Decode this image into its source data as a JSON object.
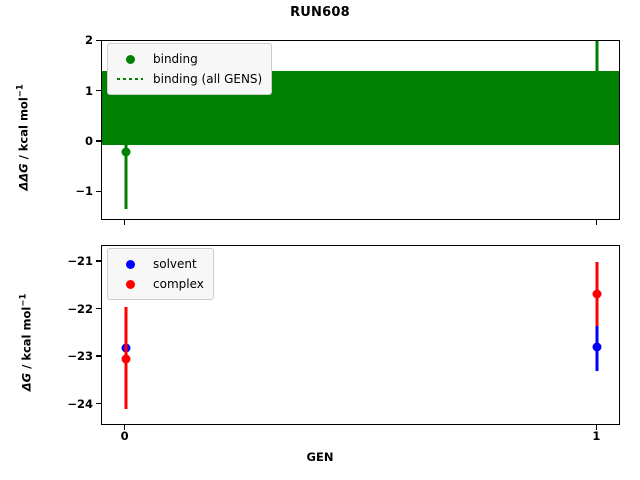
{
  "figure": {
    "title": "RUN608",
    "xlabel": "GEN",
    "colors": {
      "binding": "#008000",
      "solvent": "#0000ff",
      "complex": "#ff0000"
    }
  },
  "chart_data": [
    {
      "type": "scatter",
      "panel": "top",
      "title": "RUN608",
      "xlabel": "",
      "ylabel": "ΔΔG / kcal mol⁻¹",
      "ylabel_parts": {
        "delta": "ΔΔG",
        "units": " / kcal mol",
        "exp": "−1"
      },
      "x": [
        0,
        1
      ],
      "xticklabels": [
        "0",
        "1"
      ],
      "xlim": [
        -0.05,
        1.05
      ],
      "ylim": [
        -1.566,
        2.006
      ],
      "yticks": [
        2,
        1,
        0,
        -1
      ],
      "yticklabels": [
        "2",
        "1",
        "0",
        "−1"
      ],
      "grid": false,
      "legend_position": "upper left",
      "series": [
        {
          "name": "binding",
          "style": "marker-errorbar",
          "color": "#008000",
          "values": [
            -0.2,
            1.1
          ],
          "err_low": [
            -1.33,
            0.0
          ],
          "err_high": [
            1.02,
            2.0
          ]
        },
        {
          "name": "binding (all GENS)",
          "style": "dotted-band",
          "color": "#008000",
          "band_low": -0.05,
          "band_high": 1.42,
          "center": 0.69
        }
      ]
    },
    {
      "type": "scatter",
      "panel": "bottom",
      "title": "",
      "xlabel": "GEN",
      "ylabel": "ΔG / kcal mol⁻¹",
      "ylabel_parts": {
        "delta": "ΔG",
        "units": " / kcal mol",
        "exp": "−1"
      },
      "x": [
        0,
        1
      ],
      "xticklabels": [
        "0",
        "1"
      ],
      "xlim": [
        -0.05,
        1.05
      ],
      "ylim": [
        -24.45,
        -20.66
      ],
      "yticks": [
        -21,
        -22,
        -23,
        -24
      ],
      "yticklabels": [
        "−21",
        "−22",
        "−23",
        "−24"
      ],
      "grid": false,
      "legend_position": "upper left",
      "series": [
        {
          "name": "solvent",
          "style": "marker-errorbar",
          "color": "#0000ff",
          "values": [
            -22.8,
            -22.78
          ],
          "err_low": [
            -23.2,
            -23.3
          ],
          "err_high": [
            -22.35,
            -22.25
          ]
        },
        {
          "name": "complex",
          "style": "marker-errorbar",
          "color": "#ff0000",
          "values": [
            -23.03,
            -21.67
          ],
          "err_low": [
            -24.1,
            -22.35
          ],
          "err_high": [
            -21.95,
            -21.0
          ]
        }
      ]
    }
  ],
  "legend_top": {
    "items": [
      {
        "label": "binding",
        "handle": "circle-marker",
        "color": "#008000"
      },
      {
        "label": "binding (all GENS)",
        "handle": "dotted-line",
        "color": "#008000"
      }
    ]
  },
  "legend_bottom": {
    "items": [
      {
        "label": "solvent",
        "handle": "circle-marker",
        "color": "#0000ff"
      },
      {
        "label": "complex",
        "handle": "circle-marker",
        "color": "#ff0000"
      }
    ]
  }
}
